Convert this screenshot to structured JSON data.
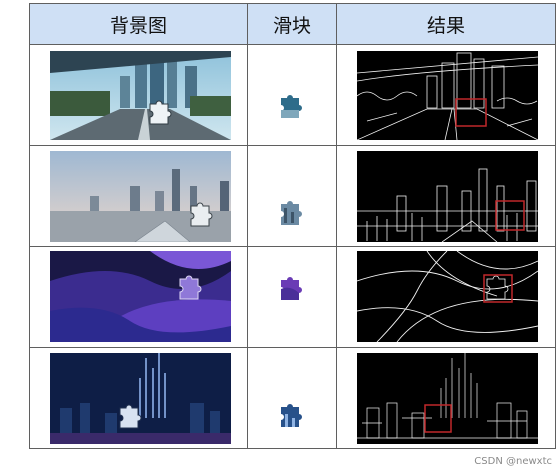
{
  "table": {
    "headers": [
      "背景图",
      "滑块",
      "结果"
    ],
    "rows": [
      {
        "scene": "city-road",
        "slider_color": "#2e6c8a"
      },
      {
        "scene": "skyline-dusk",
        "slider_color": "#6b8aa3"
      },
      {
        "scene": "purple-waves",
        "slider_color": "#6a3bb5"
      },
      {
        "scene": "night-city",
        "slider_color": "#27518a"
      }
    ]
  },
  "colors": {
    "header_bg": "#cfe0f5",
    "border": "#5f5f5f",
    "result_box": "#c0282a"
  },
  "watermark": "CSDN @newxtc"
}
